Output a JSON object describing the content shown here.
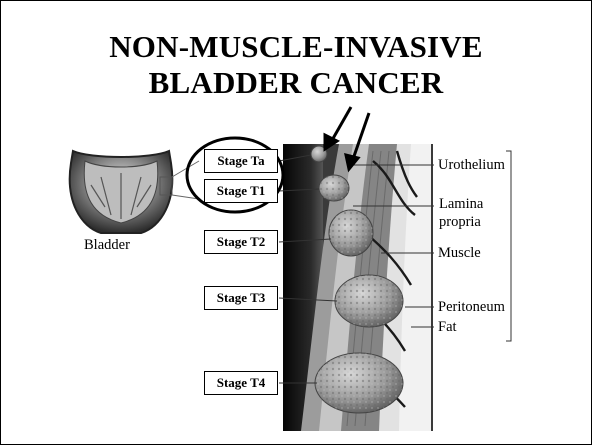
{
  "title": {
    "line1": "NON-MUSCLE-INVASIVE",
    "line2": "BLADDER CANCER"
  },
  "bladder_label": "Bladder",
  "stages": [
    {
      "label": "Stage Ta"
    },
    {
      "label": "Stage T1"
    },
    {
      "label": "Stage T2"
    },
    {
      "label": "Stage T3"
    },
    {
      "label": "Stage T4"
    }
  ],
  "layers": {
    "urothelium": "Urothelium",
    "lamina_line1": "Lamina",
    "lamina_line2": "propria",
    "muscle": "Muscle",
    "peritoneum": "Peritoneum",
    "fat": "Fat"
  },
  "highlight": {
    "circled_stages": [
      "Stage Ta",
      "Stage T1"
    ],
    "arrow_count": 2
  }
}
